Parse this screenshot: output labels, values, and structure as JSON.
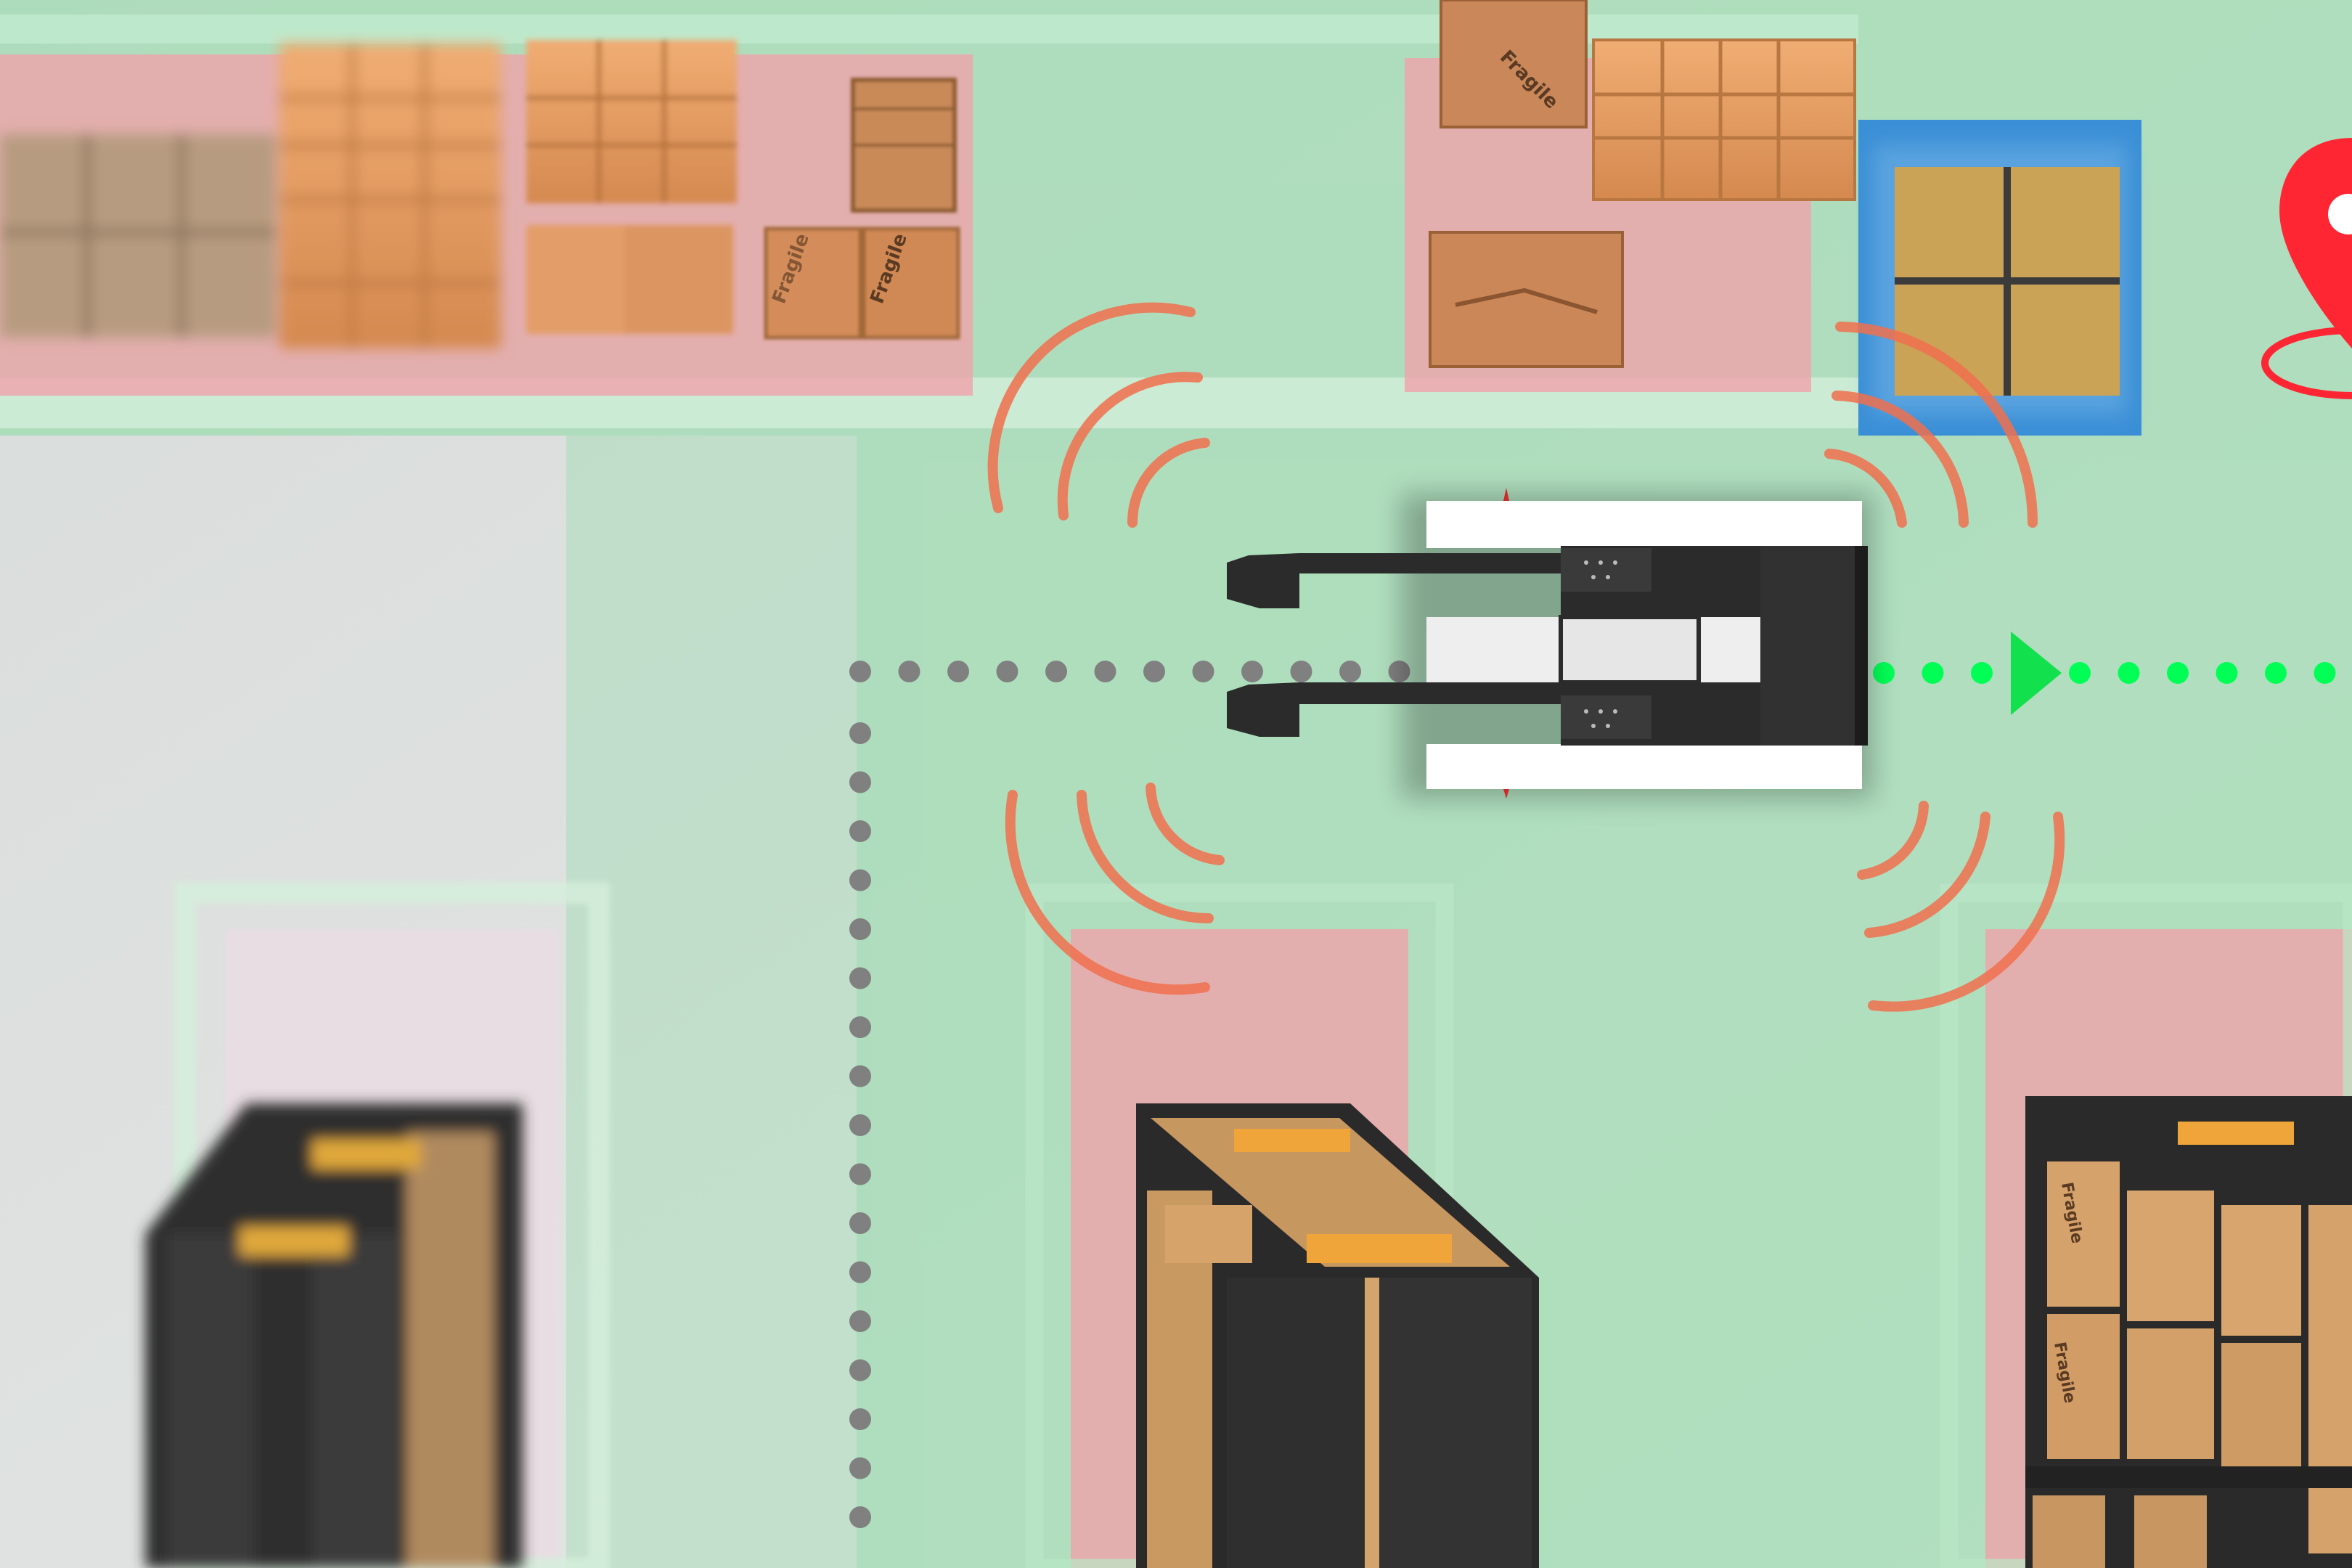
{
  "scene": {
    "box_labels": [
      "Fragile",
      "Fragile",
      "Fragile",
      "Fragile",
      "Fragile"
    ],
    "shelf_tags": [
      "",
      "",
      "",
      ""
    ],
    "colors": {
      "floor": "#dcdedd",
      "safe_zone": "#9fdcb2",
      "danger_zone": "#f0a2aa",
      "target_zone": "#3a8fd6",
      "planned_path": "#00ff55",
      "past_path": "#808080",
      "sensor_waves": "#f0704e",
      "destination_pin": "#ff2633",
      "vehicle_body": "#2b2b2b",
      "cardboard": "#d9975f",
      "shelf_frame": "#262626"
    },
    "icons": {
      "destination": "map-pin-icon",
      "direction": "arrow-right-icon",
      "vehicle": "autonomous-forklift-icon"
    }
  }
}
